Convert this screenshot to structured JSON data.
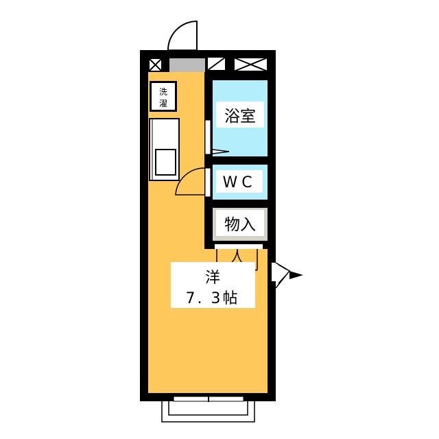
{
  "floorplan": {
    "rooms": {
      "washer": "洗濯",
      "washer_line1": "洗",
      "washer_line2": "濯",
      "bath": "浴室",
      "wc": "WC",
      "storage": "物入",
      "western_room": "洋",
      "western_room_size": "7. 3帖"
    }
  },
  "colors": {
    "wall": "#000000",
    "living_floor": "#FFC85A",
    "wet_area": "#B3EEFC",
    "storage_floor": "#D6D2C6",
    "entrance": "#BBBBBB"
  }
}
